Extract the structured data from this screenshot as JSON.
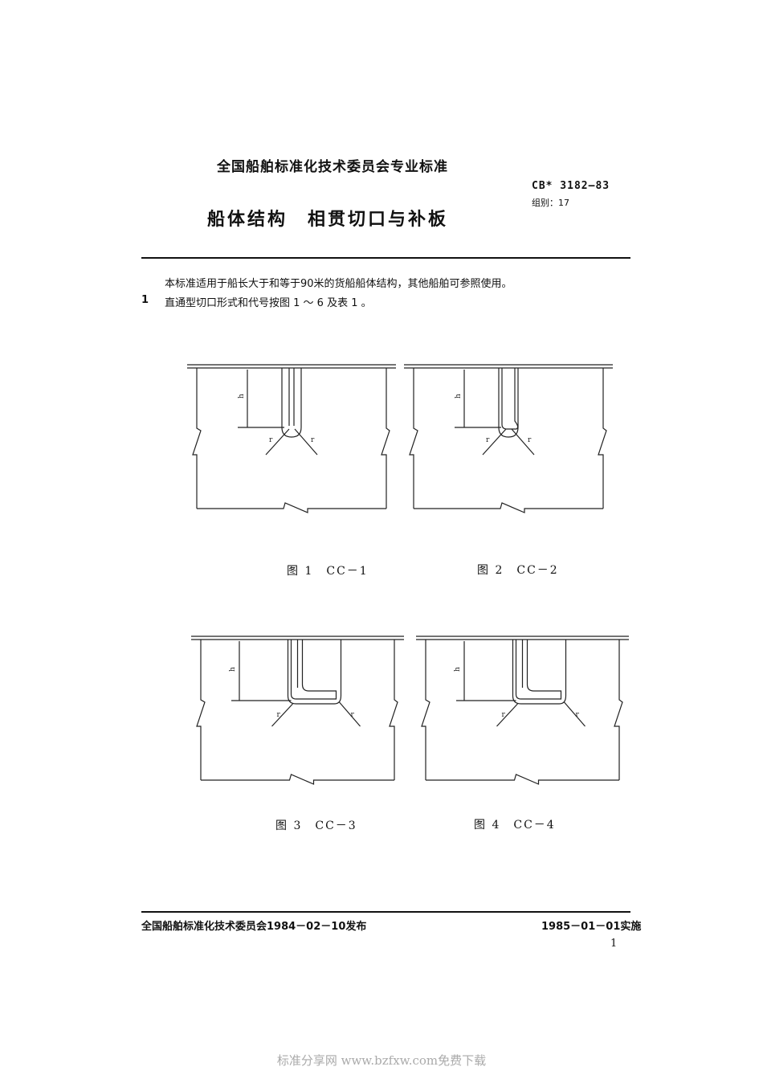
{
  "header": {
    "organization": "全国船舶标准化技术委员会专业标准",
    "standard_code": "CB* 3182—83",
    "group": "组别：17",
    "title": "船体结构　相贯切口与补板"
  },
  "body": {
    "scope": "本标准适用于船长大于和等于90米的货船船体结构，其他船舶可参照使用。",
    "clause_1_number": "1",
    "clause_1_text": "直通型切口形式和代号按图 1 ～ 6 及表 1 。"
  },
  "figures": [
    {
      "caption": "图 1　CC－1",
      "variant": "straight",
      "labels": {
        "height": "h",
        "radius_left": "r",
        "radius_right": "r"
      }
    },
    {
      "caption": "图 2　CC－2",
      "variant": "bulb",
      "labels": {
        "height": "h",
        "radius_left": "r",
        "radius_right": "r"
      }
    },
    {
      "caption": "图 3　CC－3",
      "variant": "angle",
      "labels": {
        "height": "h",
        "radius_left": "r",
        "radius_right": "r"
      }
    },
    {
      "caption": "图 4　CC－4",
      "variant": "angle",
      "labels": {
        "height": "h",
        "radius_left": "r",
        "radius_right": "r"
      }
    }
  ],
  "footer": {
    "issued": "全国船舶标准化技术委员会1984－02－10发布",
    "effective": "1985－01－01实施",
    "page_number": "1"
  },
  "watermark": "标准分享网 www.bzfxw.com免费下载"
}
